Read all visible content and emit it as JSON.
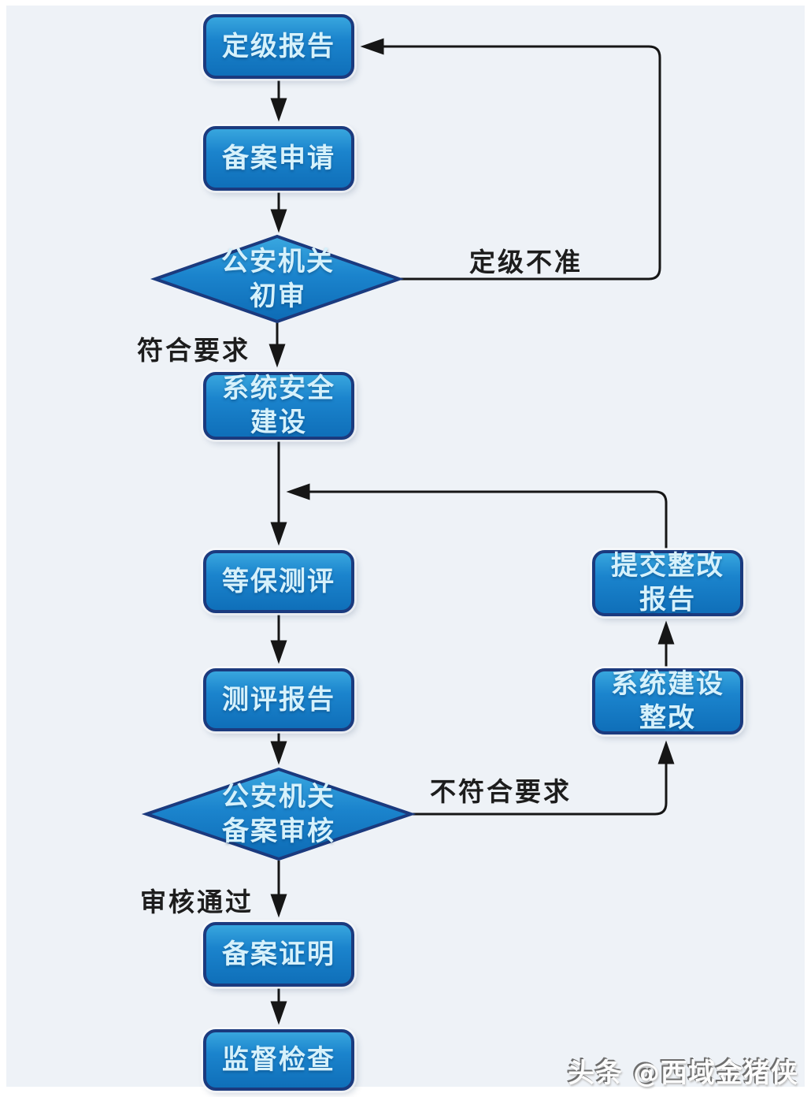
{
  "page": {
    "background": "#eef2f7",
    "watermark": "头条 @西域金猪侠"
  },
  "flowchart": {
    "type": "flowchart",
    "colors": {
      "node_fill_top": "#38a6de",
      "node_fill_bottom": "#0f6fb9",
      "node_border": "#1b3a7e",
      "node_text": "#d6f1fb",
      "line": "#161616",
      "label_text": "#1d1d1d"
    },
    "nodes": [
      {
        "id": "n1",
        "type": "process",
        "label": "定级报告"
      },
      {
        "id": "n2",
        "type": "process",
        "label": "备案申请"
      },
      {
        "id": "d1",
        "type": "decision",
        "label": "公安机关\n初审"
      },
      {
        "id": "n3",
        "type": "process",
        "label": "系统安全\n建设"
      },
      {
        "id": "n4",
        "type": "process",
        "label": "等保测评"
      },
      {
        "id": "n5",
        "type": "process",
        "label": "测评报告"
      },
      {
        "id": "d2",
        "type": "decision",
        "label": "公安机关\n备案审核"
      },
      {
        "id": "n6",
        "type": "process",
        "label": "备案证明"
      },
      {
        "id": "n7",
        "type": "process",
        "label": "监督检查"
      },
      {
        "id": "r1",
        "type": "process",
        "label": "提交整改\n报告"
      },
      {
        "id": "r2",
        "type": "process",
        "label": "系统建设\n整改"
      }
    ],
    "edges": [
      {
        "from": "定级报告",
        "to": "备案申请"
      },
      {
        "from": "备案申请",
        "to": "公安机关初审"
      },
      {
        "from": "公安机关初审",
        "to": "定级报告",
        "label": "定级不准"
      },
      {
        "from": "公安机关初审",
        "to": "系统安全建设",
        "label": "符合要求"
      },
      {
        "from": "系统安全建设",
        "to": "等保测评"
      },
      {
        "from": "等保测评",
        "to": "测评报告"
      },
      {
        "from": "测评报告",
        "to": "公安机关备案审核"
      },
      {
        "from": "公安机关备案审核",
        "to": "系统建设整改",
        "label": "不符合要求"
      },
      {
        "from": "系统建设整改",
        "to": "提交整改报告"
      },
      {
        "from": "提交整改报告",
        "to": "等保测评"
      },
      {
        "from": "公安机关备案审核",
        "to": "备案证明",
        "label": "审核通过"
      },
      {
        "from": "备案证明",
        "to": "监督检查"
      }
    ],
    "edge_labels": {
      "l1": "定级不准",
      "l2": "符合要求",
      "l3": "不符合要求",
      "l4": "审核通过"
    }
  }
}
